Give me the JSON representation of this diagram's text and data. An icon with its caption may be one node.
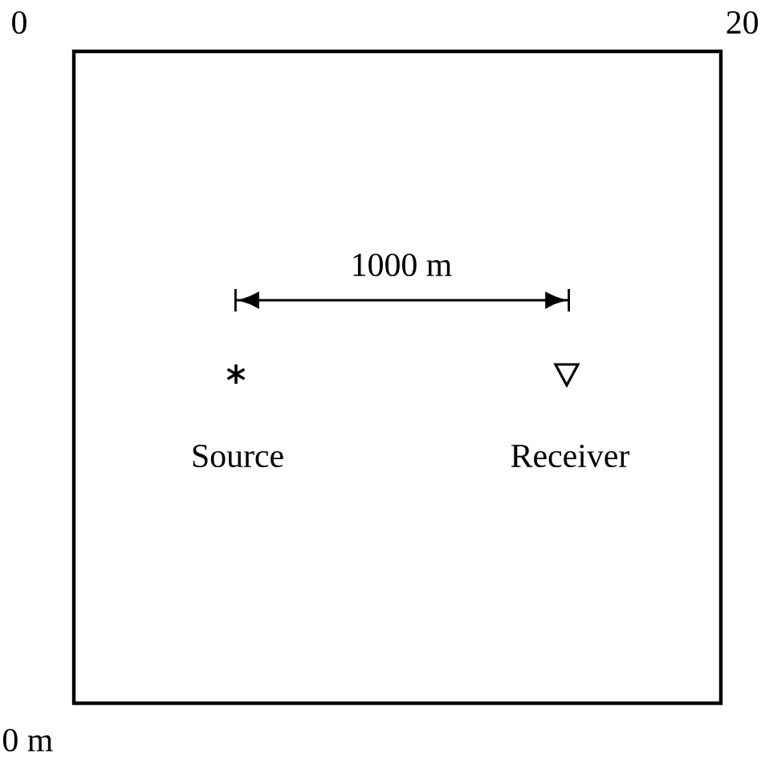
{
  "diagram": {
    "labels": [
      "0",
      "20",
      "1000 m",
      "Source",
      "Receiver",
      "0 m"
    ]
  }
}
